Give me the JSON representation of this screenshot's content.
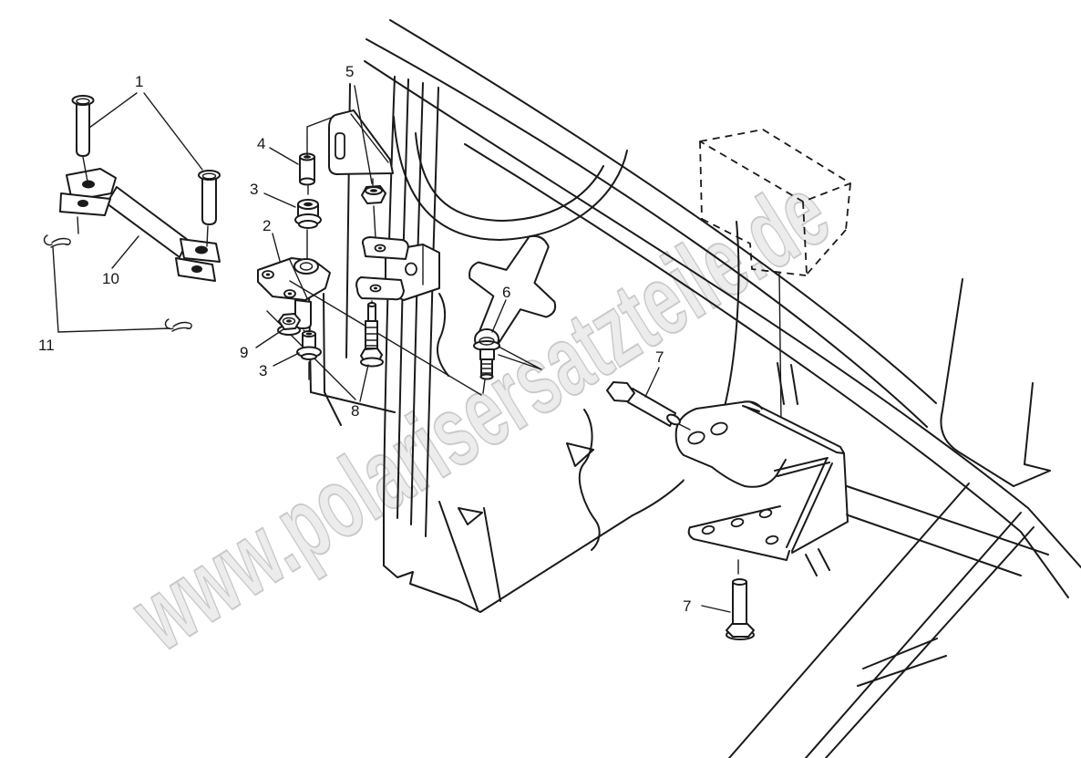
{
  "watermark": {
    "text": "www.polarisersatzteile.de"
  },
  "diagram": {
    "background_color": "#ffffff",
    "line_color": "#1a1a1a",
    "watermark_color": "#ececec",
    "callouts": [
      {
        "label": "1"
      },
      {
        "label": "4"
      },
      {
        "label": "3"
      },
      {
        "label": "2"
      },
      {
        "label": "5"
      },
      {
        "label": "10"
      },
      {
        "label": "11"
      },
      {
        "label": "9"
      },
      {
        "label": "3"
      },
      {
        "label": "8"
      },
      {
        "label": "6"
      },
      {
        "label": "7"
      },
      {
        "label": "7"
      }
    ]
  }
}
